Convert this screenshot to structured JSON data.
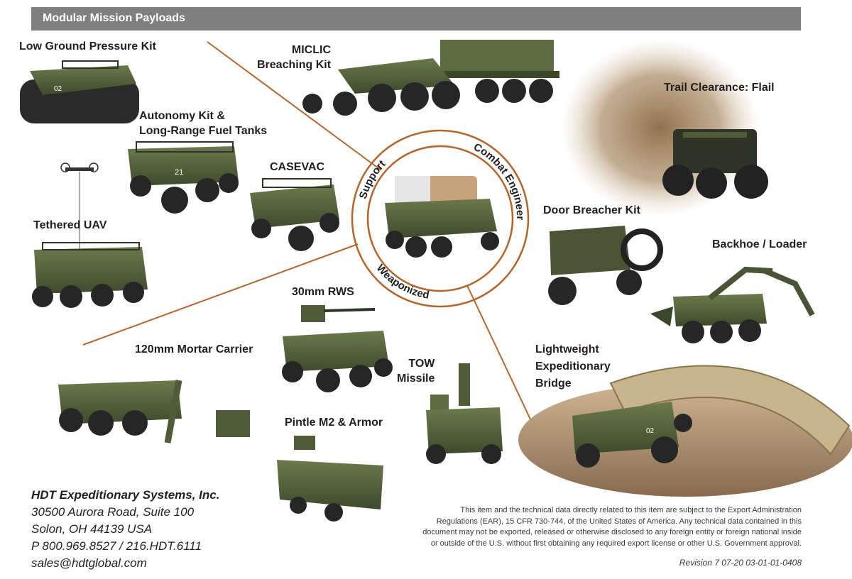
{
  "header": {
    "title": "Modular Mission Payloads"
  },
  "kits": {
    "low_ground_pressure": "Low Ground Pressure Kit",
    "miclic": [
      "MICLIC",
      "Breaching Kit"
    ],
    "trail_clearance": "Trail Clearance: Flail",
    "autonomy": [
      "Autonomy Kit &",
      "Long-Range Fuel Tanks"
    ],
    "casevac": "CASEVAC",
    "tethered_uav": "Tethered UAV",
    "door_breacher": "Door Breacher Kit",
    "backhoe": "Backhoe / Loader",
    "rws_30mm": "30mm RWS",
    "mortar_120mm": "120mm Mortar Carrier",
    "tow": [
      "TOW",
      "Missile"
    ],
    "bridge": [
      "Lightweight",
      "Expeditionary",
      "Bridge"
    ],
    "pintle": "Pintle M2 & Armor"
  },
  "ring": {
    "combat_engineer": "Combat Engineer",
    "support": "Support",
    "weaponized": "Weaponized"
  },
  "vehicle_marks": {
    "lgp": "02",
    "autonomy": "21",
    "bridge": "02"
  },
  "contact": {
    "company": "HDT Expeditionary Systems, Inc.",
    "address1": "30500 Aurora Road, Suite 100",
    "address2": "Solon, OH 44139 USA",
    "phone": "P  800.969.8527 / 216.HDT.6111",
    "email": "sales@hdtglobal.com"
  },
  "legal": {
    "lines": [
      "This item and the technical data directly related to this item are subject to the Export Administration",
      "Regulations (EAR), 15 CFR 730-744, of the United States of America. Any technical data contained in this",
      "document may not be exported, released or otherwise disclosed to any foreign entity or foreign national inside",
      "or outside of the U.S. without first obtaining any required export license or other U.S. Government approval."
    ]
  },
  "revision": "Revision 7   07-20   03-01-01-0408",
  "colors": {
    "banner": "#7f7f80",
    "connector": "#b5652c",
    "vehicle_green": "#4f5b39",
    "vehicle_dark": "#2f3526",
    "tire": "#262626"
  }
}
